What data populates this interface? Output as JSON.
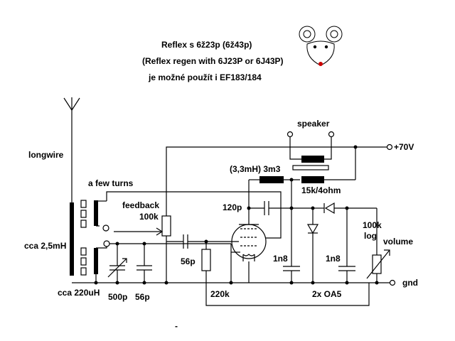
{
  "header": {
    "line1": "Reflex s 6ž23p (6ž43p)",
    "line2": "(Reflex regen with 6J23P or 6J43P)",
    "line3": "je možné použít i EF183/184"
  },
  "labels": {
    "speaker": "speaker",
    "supply": "+70V",
    "choke": "(3,3mH) 3m3",
    "transformer": "15k/4ohm",
    "longwire": "longwire",
    "few_turns": "a few turns",
    "feedback": "feedback",
    "feedback_pot": "100k",
    "c_grid": "120p",
    "coil_main": "cca 2,5mH",
    "coil_small": "cca 220uH",
    "var_cap": "500p",
    "cap_56_left": "56p",
    "cap_56_mid": "56p",
    "r_grid": "220k",
    "c_1n8_a": "1n8",
    "c_1n8_b": "1n8",
    "diodes": "2x OA5",
    "vol_value_1": "100k",
    "vol_value_2": "log",
    "volume": "volume",
    "gnd": "gnd",
    "dash": "-"
  },
  "icons": [
    "mouse-icon",
    "antenna-icon",
    "tube-icon",
    "diode-icon",
    "potentiometer-icon",
    "speaker-terminal-icon"
  ],
  "colors": {
    "ink": "#000000",
    "mouse_nose": "#cc0000",
    "background": "#ffffff"
  }
}
